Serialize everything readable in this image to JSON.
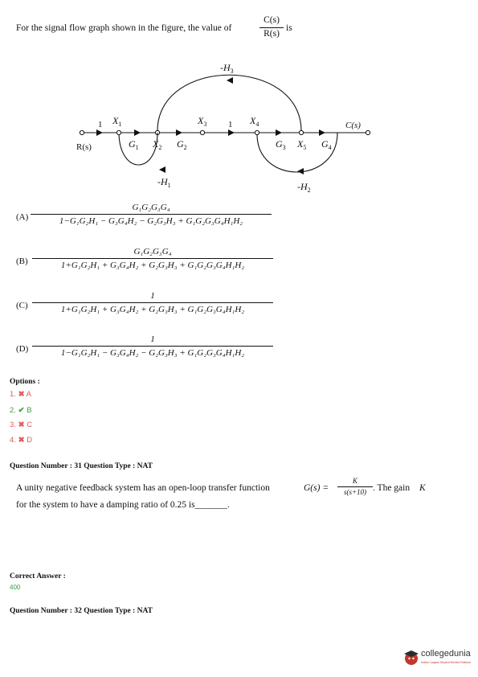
{
  "question30": {
    "prefix": "For the signal flow graph shown in the figure, the value of",
    "ratio_num": "C(s)",
    "ratio_den": "R(s)",
    "suffix": "is"
  },
  "graph": {
    "input": "R(s)",
    "output": "C(s)",
    "branch_one_left": "1",
    "branch_one_mid": "1",
    "x1": "X",
    "x1_sub": "1",
    "x2": "X",
    "x2_sub": "2",
    "x3": "X",
    "x3_sub": "3",
    "x4": "X",
    "x4_sub": "4",
    "x5": "X",
    "x5_sub": "5",
    "g1": "G",
    "g1_sub": "1",
    "g2": "G",
    "g2_sub": "2",
    "g3": "G",
    "g3_sub": "3",
    "g4": "G",
    "g4_sub": "4",
    "h1": "-H",
    "h1_sub": "1",
    "h2": "-H",
    "h2_sub": "2",
    "h3": "-H",
    "h3_sub": "3"
  },
  "answer_choices": [
    {
      "label": "(A)",
      "numerator": "G₁G₂G₃G₄",
      "denominator": "1−G₁G₂H₁ − G₃G₄H₂ − G₂G₃H₃ + G₁G₂G₃G₄H₁H₂"
    },
    {
      "label": "(B)",
      "numerator": "G₁G₂G₃G₄",
      "denominator": "1+G₁G₂H₁ + G₃G₄H₂ + G₂G₃H₃ + G₁G₂G₃G₄H₁H₂"
    },
    {
      "label": "(C)",
      "numerator": "1",
      "denominator": "1+G₁G₂H₁ + G₃G₄H₂ + G₂G₃H₃ + G₁G₂G₃G₄H₁H₂"
    },
    {
      "label": "(D)",
      "numerator": "1",
      "denominator": "1−G₁G₂H₁ − G₃G₄H₂ − G₂G₃H₃ + G₁G₂G₃G₄H₁H₂"
    }
  ],
  "options": {
    "heading": "Options :",
    "items": [
      {
        "number": "1.",
        "mark": "✖",
        "letter": "A",
        "status": "wrong"
      },
      {
        "number": "2.",
        "mark": "✔",
        "letter": "B",
        "status": "correct"
      },
      {
        "number": "3.",
        "mark": "✖",
        "letter": "C",
        "status": "wrong"
      },
      {
        "number": "4.",
        "mark": "✖",
        "letter": "D",
        "status": "wrong"
      }
    ]
  },
  "question31": {
    "header": "Question Number : 31 Question Type : NAT",
    "text_part1": "A unity negative feedback system has an open-loop transfer function",
    "func": "G(s) =",
    "tf_num": "K",
    "tf_den": "s(s+10)",
    "text_part2": ". The gain",
    "gain_symbol": "K",
    "text_part3": "for the system to have a damping ratio of 0.25 is",
    "blank": "_______",
    "period": "."
  },
  "correct_answer": {
    "label": "Correct Answer :",
    "value": "400"
  },
  "question32": {
    "header": "Question Number : 32 Question Type : NAT"
  },
  "logo": {
    "name": "collegedunia",
    "tagline": "India's Largest Student Review Platform"
  },
  "colors": {
    "wrong": "#e05a5a",
    "correct": "#3aa04a",
    "logo_red": "#c0392b"
  }
}
